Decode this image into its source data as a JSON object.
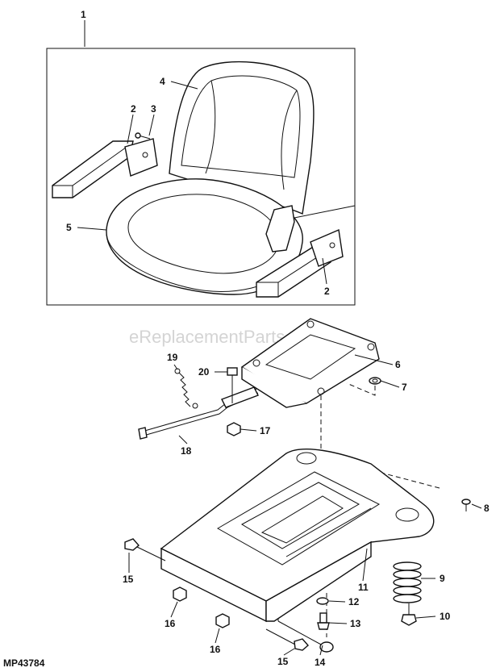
{
  "diagram_id": "MP43784",
  "watermark": "eReplacementParts.com",
  "callouts": [
    "1",
    "2",
    "3",
    "4",
    "5",
    "2",
    "6",
    "7",
    "8",
    "9",
    "10",
    "11",
    "12",
    "13",
    "14",
    "15",
    "16",
    "16",
    "15",
    "17",
    "18",
    "19",
    "20"
  ]
}
